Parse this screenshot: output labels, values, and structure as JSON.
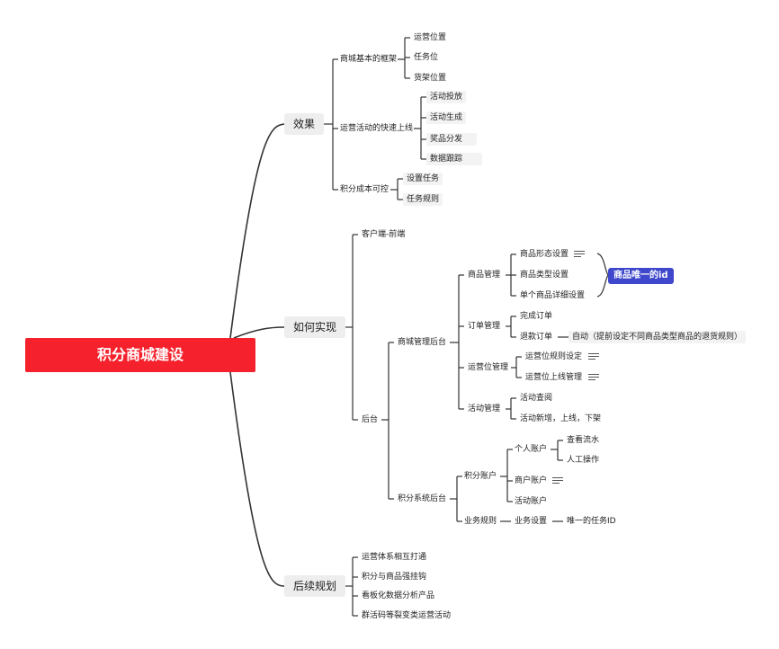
{
  "root": "积分商城建设",
  "branches": {
    "effect": {
      "label": "效果",
      "framework": {
        "label": "商城基本的框架",
        "items": [
          "运营位置",
          "任务位",
          "货架位置"
        ]
      },
      "fast_launch": {
        "label": "运营活动的快速上线",
        "items": [
          "活动投放",
          "活动生成",
          "奖品分发",
          "数据跟踪"
        ]
      },
      "cost": {
        "label": "积分成本可控",
        "items": [
          "设置任务",
          "任务规则"
        ]
      }
    },
    "implement": {
      "label": "如何实现",
      "client": "客户端-前端",
      "backend": {
        "label": "后台",
        "mall_admin": {
          "label": "商城管理后台",
          "goods": {
            "label": "商品管理",
            "items": [
              "商品形态设置",
              "商品类型设置",
              "单个商品详细设置"
            ],
            "tag": "商品唯一的id"
          },
          "orders": {
            "label": "订单管理",
            "items": [
              "完成订单",
              "退款订单"
            ],
            "refund_detail": "自动（提前设定不同商品类型商品的退货规则）"
          },
          "ops_slots": {
            "label": "运营位管理",
            "items": [
              "运营位规则设定",
              "运营位上线管理"
            ]
          },
          "activities": {
            "label": "活动管理",
            "items": [
              "活动查阅",
              "活动新增，上线，下架"
            ]
          }
        },
        "points_admin": {
          "label": "积分系统后台",
          "accounts": {
            "label": "积分账户",
            "personal": {
              "label": "个人账户",
              "items": [
                "查看流水",
                "人工操作"
              ]
            },
            "merchant": "商户账户",
            "activity": "活动账户"
          },
          "rules": {
            "label": "业务规则",
            "setting": "业务设置",
            "unique_id": "唯一的任务ID"
          }
        }
      }
    },
    "future": {
      "label": "后续规划",
      "items": [
        "运营体系相互打通",
        "积分与商品强挂钩",
        "看板化数据分析产品",
        "群活码等裂变类运营活动"
      ]
    }
  },
  "colors": {
    "root": "#f5222d",
    "tag": "#3f48cc",
    "line": "#333333"
  }
}
